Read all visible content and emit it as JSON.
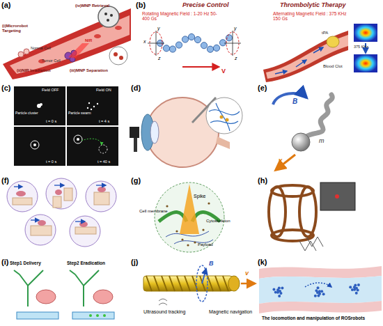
{
  "diagram": {
    "labels": [
      "(a)",
      "(iv)MNP Retrieval",
      "(i)Microrobot Targeting",
      "NIR",
      "Normal Cell",
      "Tumor Cell",
      "(ii)NIR Irradiation",
      "(iii)MNP Separation",
      "(b)",
      "Precise Control",
      "Rotating Magnetic Field : 1-20 Hz 50-400 Gs",
      "x",
      "y",
      "z",
      "y",
      "z",
      "V",
      "Thrombolytic Therapy",
      "Alternating Magnetic Field : 375 KHz 150 Gs",
      "tPA",
      "Blood Clot",
      "375 KHz",
      "(c)",
      "Field OFF",
      "Field ON",
      "Particle cluster",
      "Particle swarm",
      "t = 0 s",
      "t = 4 s",
      "t = 0 s",
      "t = 40 s",
      "(d)",
      "(e)",
      "B",
      "m",
      "v",
      "(f)",
      "(g)",
      "Spike",
      "Cell membrane",
      "Cytoskeleton",
      "Payload",
      "(h)",
      "(i)",
      "Step1 Delivery",
      "Step2 Eradication",
      "(j)",
      "B",
      "v",
      "Ultrasound tracking",
      "Magnetic navigation",
      "(k)",
      "The locomotion and manipulation of ROSrobots"
    ]
  }
}
